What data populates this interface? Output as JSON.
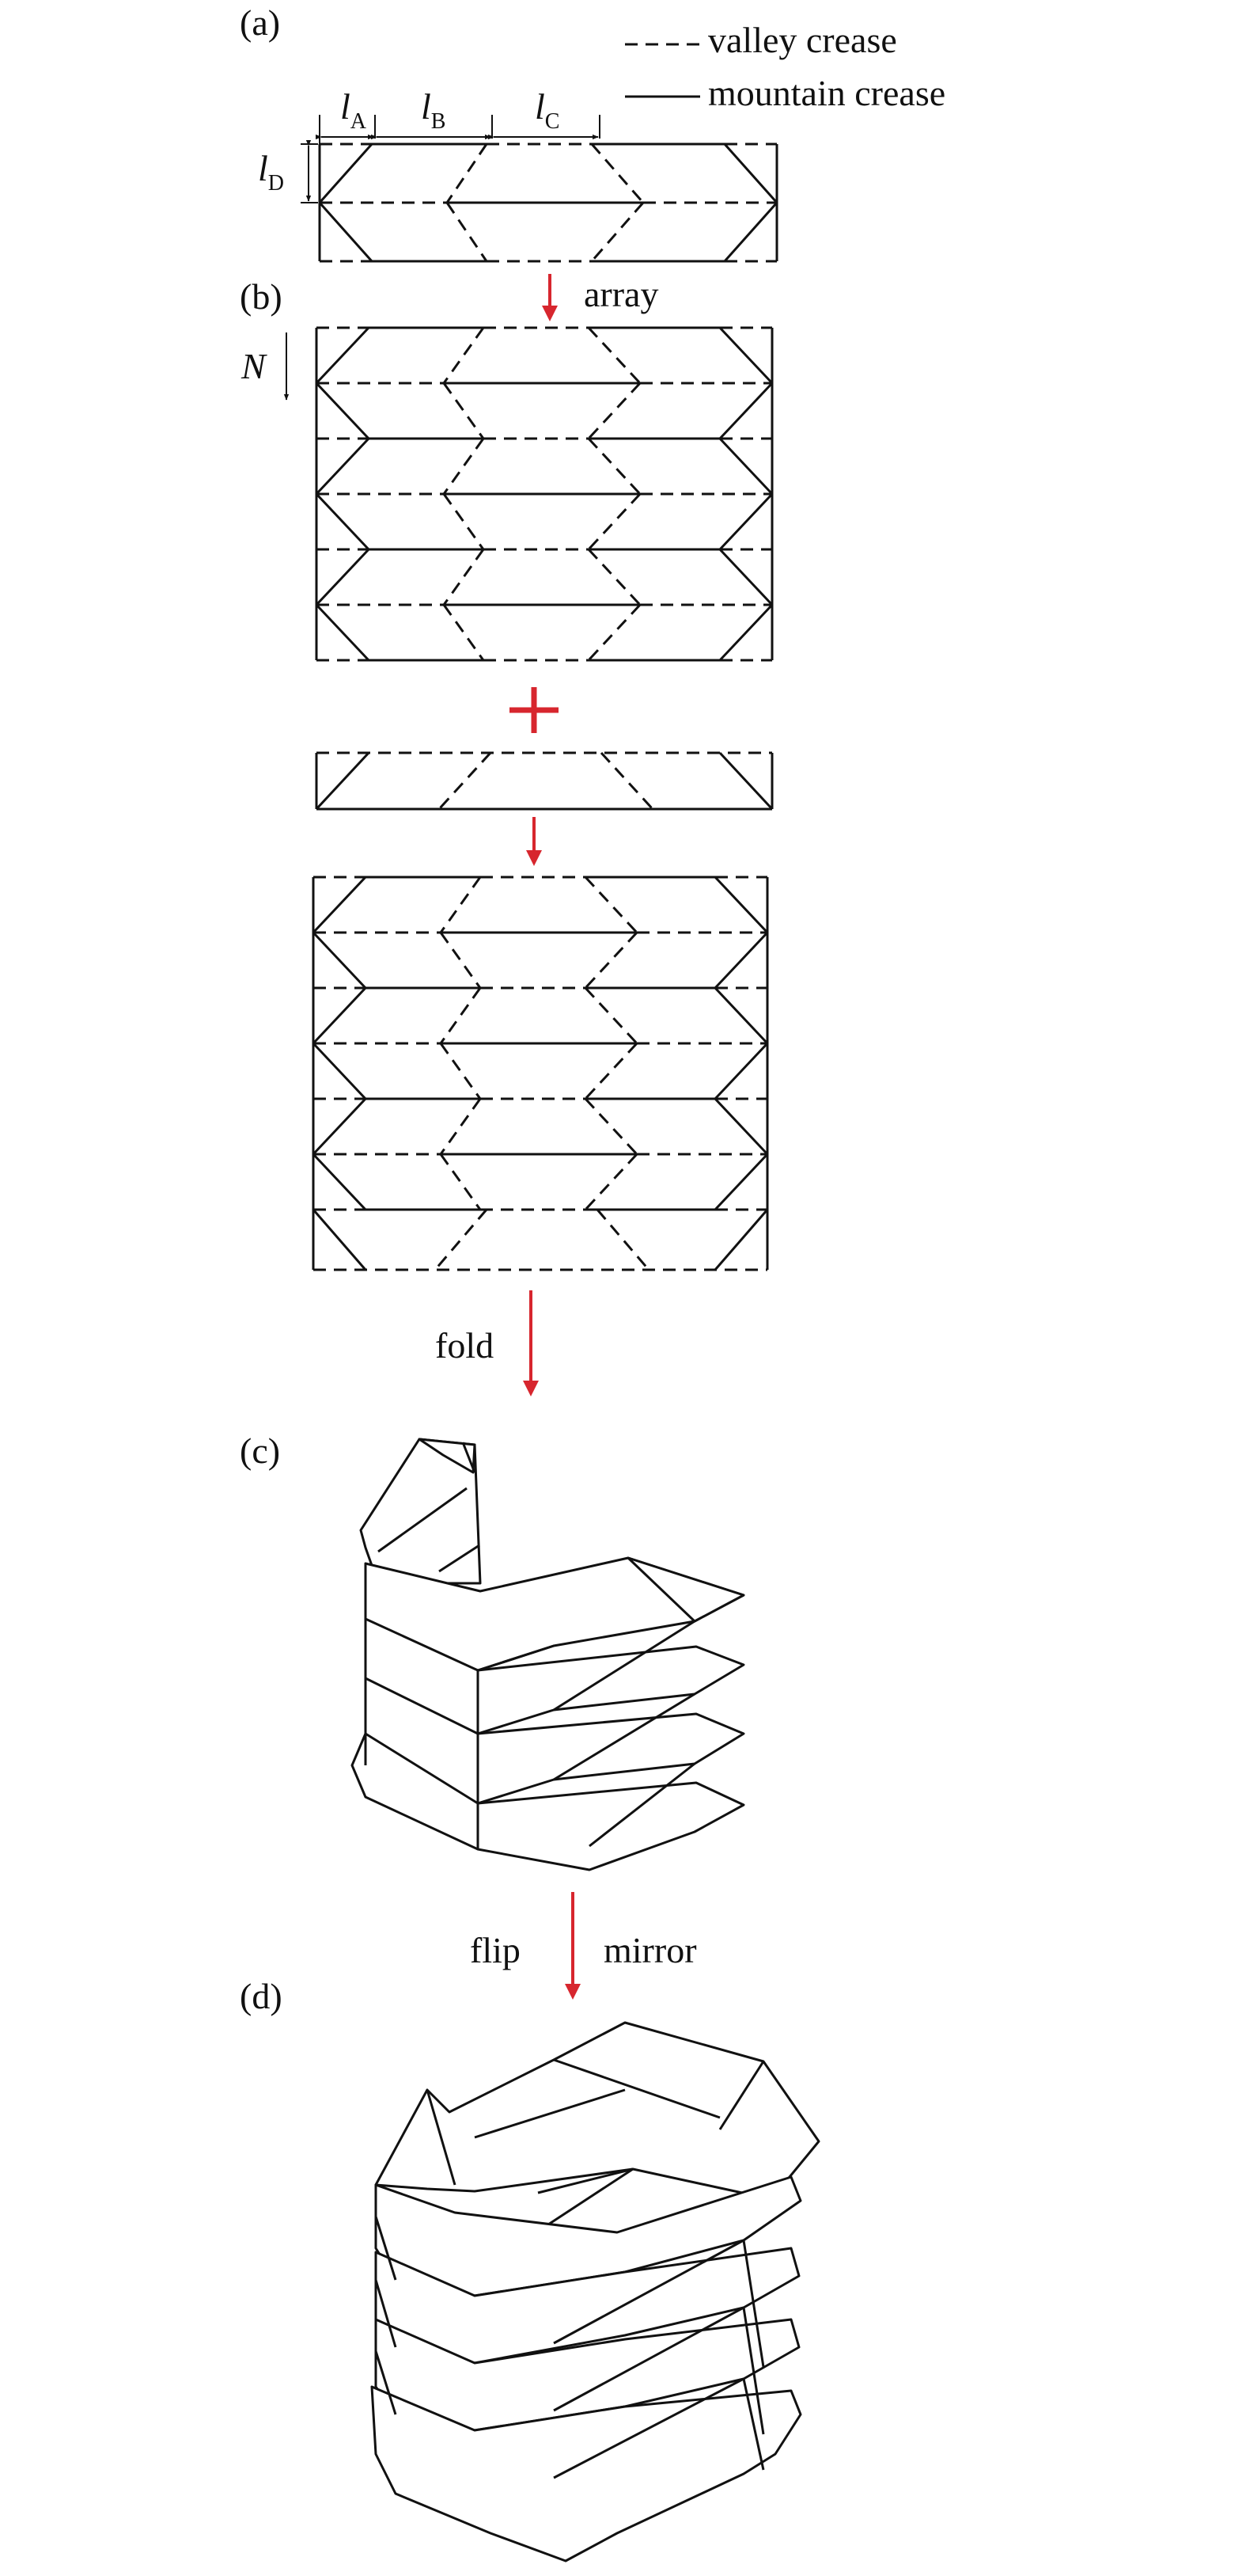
{
  "panels": {
    "a": "(a)",
    "b": "(b)",
    "c": "(c)",
    "d": "(d)"
  },
  "legend": {
    "valley": "valley crease",
    "mountain": "mountain crease"
  },
  "dimensions": {
    "la": {
      "main": "l",
      "sub": "A"
    },
    "lb": {
      "main": "l",
      "sub": "B"
    },
    "lc": {
      "main": "l",
      "sub": "C"
    },
    "ld": {
      "main": "l",
      "sub": "D"
    },
    "n": "N"
  },
  "steps": {
    "array": "array",
    "fold": "fold",
    "flip": "flip",
    "mirror": "mirror"
  },
  "colors": {
    "arrow": "#d7262e",
    "line": "#111111"
  }
}
